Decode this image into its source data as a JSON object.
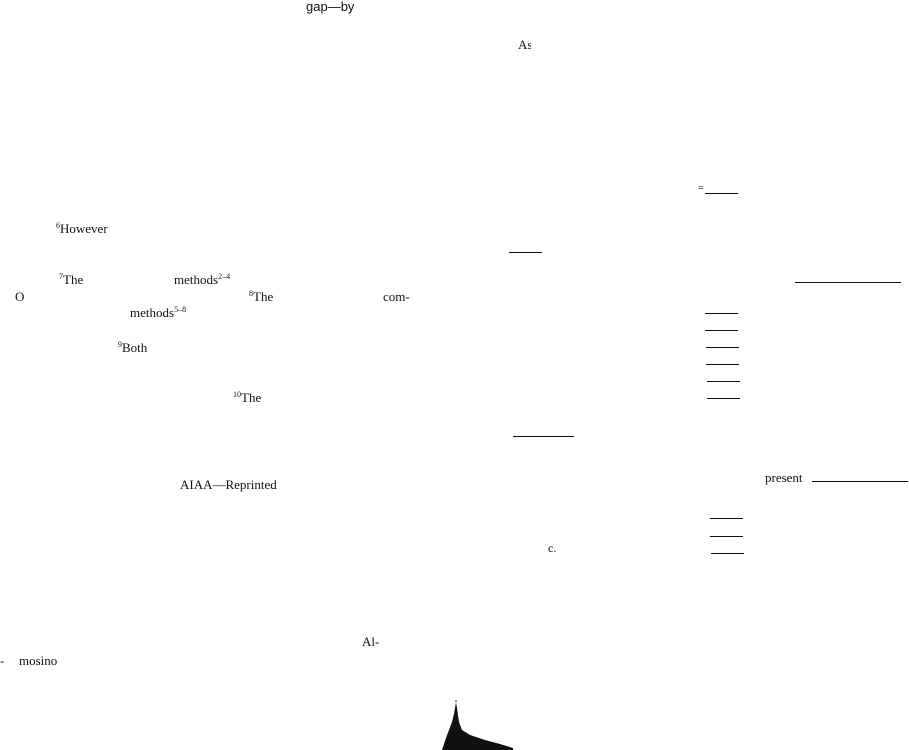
{
  "fragments": {
    "gap_by": "gap—by",
    "as_cut": "As",
    "equals": "=",
    "however": "However",
    "however_sup": "6",
    "the_7": "The",
    "the_7_sup": "7",
    "methods_24": "methods",
    "methods_24_sup": "2–4",
    "o": "O",
    "the_8": "The",
    "the_8_sup": "8",
    "com": "com-",
    "methods_58": "methods",
    "methods_58_sup": "5–8",
    "both": "Both",
    "both_sup": "9",
    "the_10": "The",
    "the_10_sup": "10",
    "aiaa_reprinted": "AIAA—Reprinted",
    "present": "present",
    "c": "c.",
    "al": "Al-",
    "dash": "-",
    "mosino": "mosino"
  }
}
